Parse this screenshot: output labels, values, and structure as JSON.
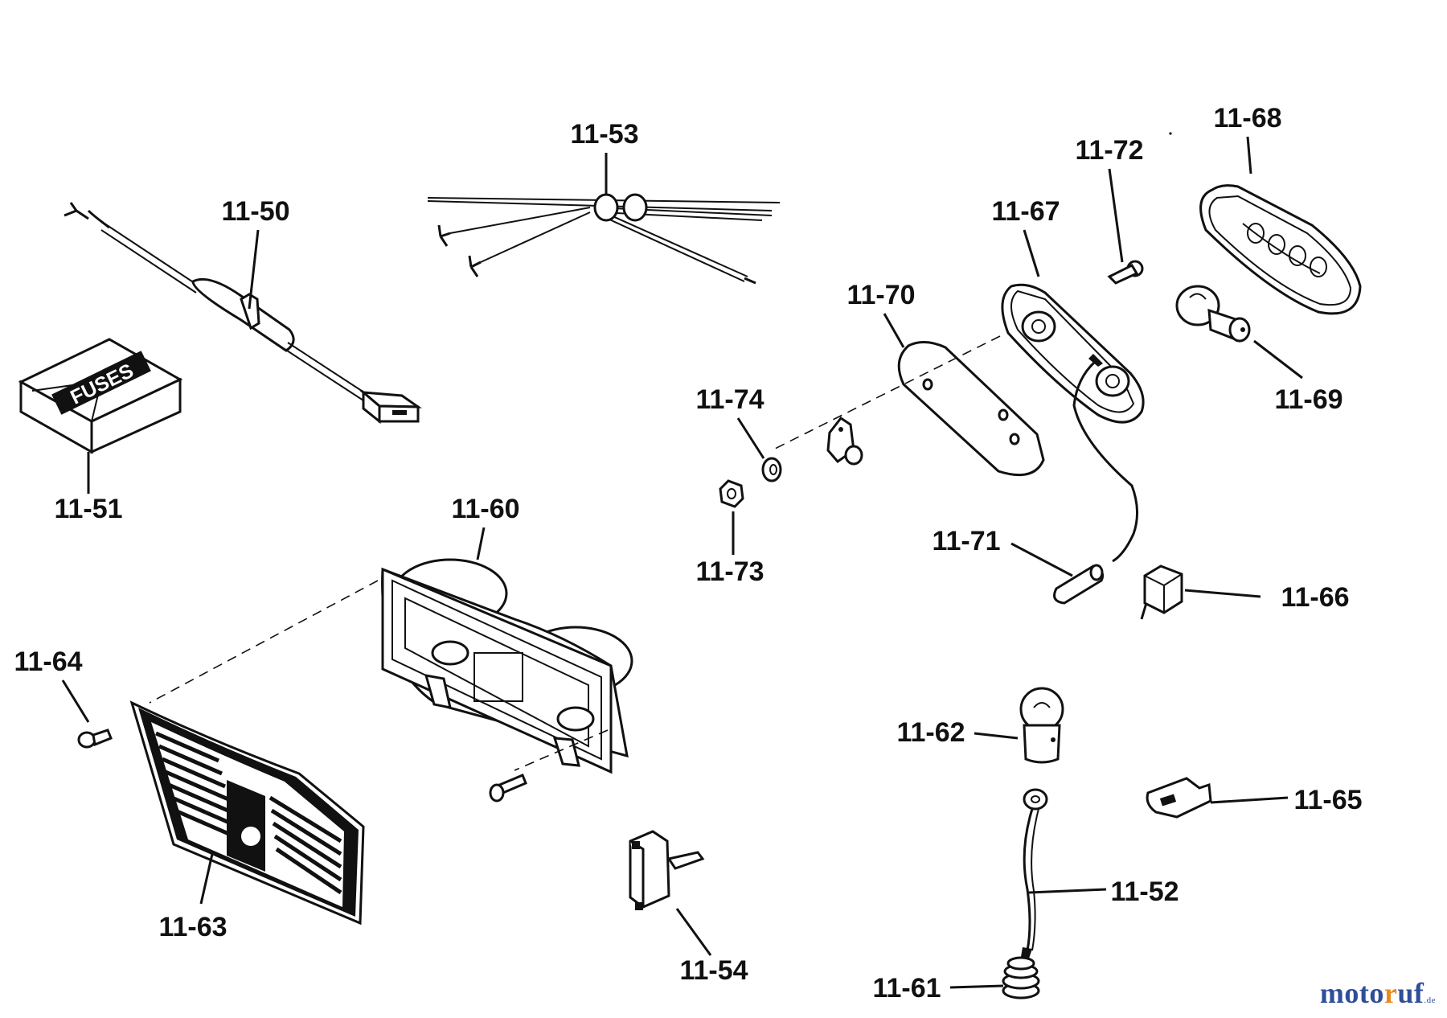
{
  "callouts": {
    "p11_50": "11-50",
    "p11_51": "11-51",
    "p11_52": "11-52",
    "p11_53": "11-53",
    "p11_54": "11-54",
    "p11_60": "11-60",
    "p11_61": "11-61",
    "p11_62": "11-62",
    "p11_63": "11-63",
    "p11_64": "11-64",
    "p11_65": "11-65",
    "p11_66": "11-66",
    "p11_67": "11-67",
    "p11_68": "11-68",
    "p11_69": "11-69",
    "p11_70": "11-70",
    "p11_71": "11-71",
    "p11_72": "11-72",
    "p11_73": "11-73",
    "p11_74": "11-74"
  },
  "part_text": {
    "fuses_box": "FUSES"
  },
  "watermark": {
    "left": "moto",
    "accent": "r",
    "right": "uf",
    "suffix": ".de"
  },
  "colors": {
    "ink": "#111111",
    "background": "#ffffff",
    "watermark_blue": "#2f4e9a",
    "watermark_orange": "#e98a1f"
  }
}
